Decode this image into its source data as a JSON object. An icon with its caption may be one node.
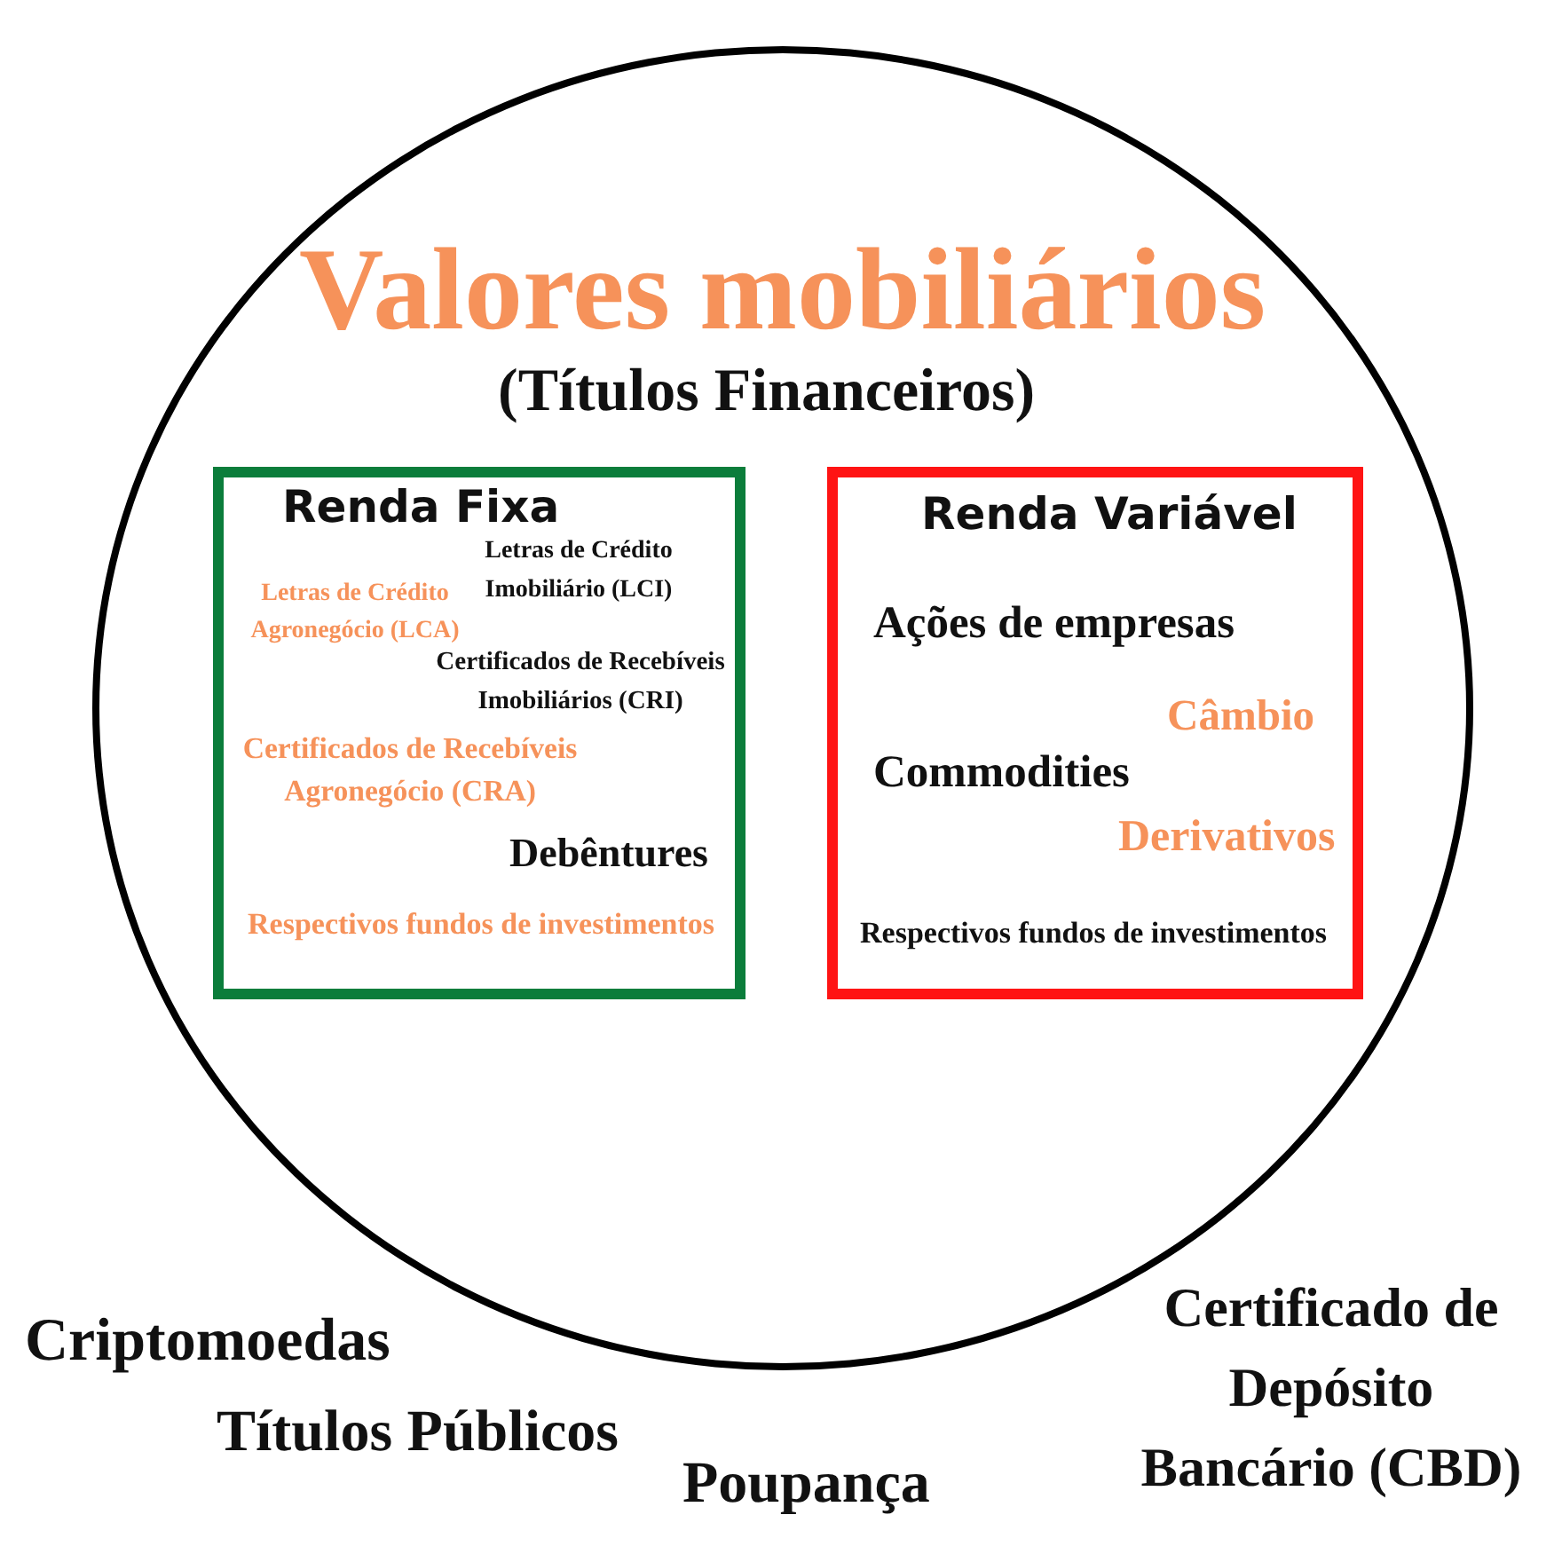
{
  "diagram": {
    "nodes": [
      {
        "text": [
          "Valores mobiliários",
          "(Títulos Financeiros)"
        ]
      },
      {
        "text": [
          "Renda Fixa",
          "Letras de Crédito Imobiliário (LCI)",
          "Letras de Crédito Agronegócio (LCA)",
          "Certificados de Recebíveis Imobiliários (CRI)",
          "Certificados de Recebíveis Agronegócio (CRA)",
          "Debêntures",
          "Respectivos fundos de investimentos"
        ],
        "in": 0
      },
      {
        "text": [
          "Renda Variável",
          "Ações de empresas",
          "Câmbio",
          "Commodities",
          "Derivativos",
          "Respectivos fundos de investimentos"
        ],
        "in": 0
      }
    ],
    "labels": [
      "Criptomoedas",
      "Títulos Públicos",
      "Poupança",
      "Certificado de Depósito Bancário (CBD)"
    ]
  }
}
